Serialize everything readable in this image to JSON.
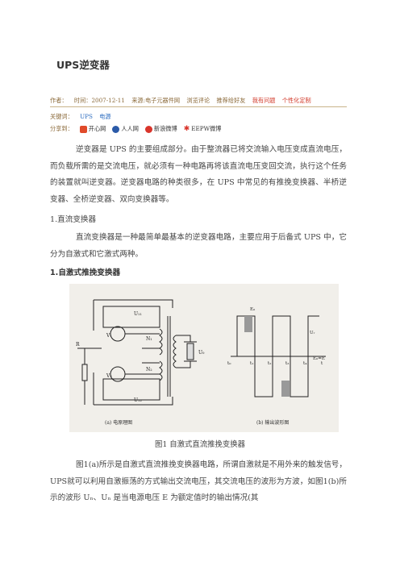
{
  "title": "UPS逆变器",
  "meta": {
    "author": "作者：",
    "time": "时间：2007-12-11",
    "source": "来源:电子元器件网",
    "browse": "浏览评论",
    "recommend": "推荐给好友",
    "question": "我有问题",
    "custom": "个性化定制"
  },
  "keywords": {
    "label": "关键词：",
    "items": [
      "UPS",
      "电源"
    ]
  },
  "share": {
    "label": "分享到：",
    "items": [
      {
        "label": "开心网",
        "color": "#e04a2a"
      },
      {
        "label": "人人网",
        "color": "#2b5aa8"
      },
      {
        "label": "新浪微博",
        "color": "#d9352b"
      },
      {
        "label": "EEPW微博",
        "color": "#d9352b"
      }
    ]
  },
  "body": {
    "para1": "逆变器是 UPS 的主要组成部分。由于整流器已将交流输入电压变成直流电压，而负载所需的是交流电压，就必须有一种电路再将该直流电压变回交流，执行这个任务的装置就叫逆变器。逆变器电路的种类很多，在 UPS 中常见的有推挽变换器、半桥逆变器、全桥逆变器、双向变换器等。",
    "sec1_heading": "1.直流变换器",
    "para2": "直流变换器是一种最简单最基本的逆变器电路，主要应用于后备式 UPS 中，它分为自激式和它激式两种。",
    "sec2_heading": "1.自激式推挽变换器",
    "caption": "图1  自激式直流推挽变换器",
    "para3": "图1(a)所示是自激式直流推挽变换器电路，所谓自激就是不用外来的触发信号，UPS就可以利用自激振荡的方式输出交流电压，其交流电压的波形为方波，如图1(b)所示的波形 Uₙ、Uₙ 是当电源电压 E 为额定值时的输出情况(其"
  },
  "figure": {
    "left_caption": "(a) 电原理图",
    "right_caption": "(b) 输出波形图",
    "labels": {
      "ub1": "U₁₁",
      "ub2": "U₁₂",
      "r": "R",
      "v1": "V₁",
      "v2": "V₂",
      "n1": "N₁",
      "n2": "N₂",
      "uo": "U₀",
      "ua": "E₀",
      "ur": "Uᵣ",
      "e": "E₀=E",
      "t0": "t₀",
      "t1": "t₁",
      "t2": "t₂",
      "t3": "t₃",
      "t4": "t₄",
      "t": "t"
    }
  }
}
